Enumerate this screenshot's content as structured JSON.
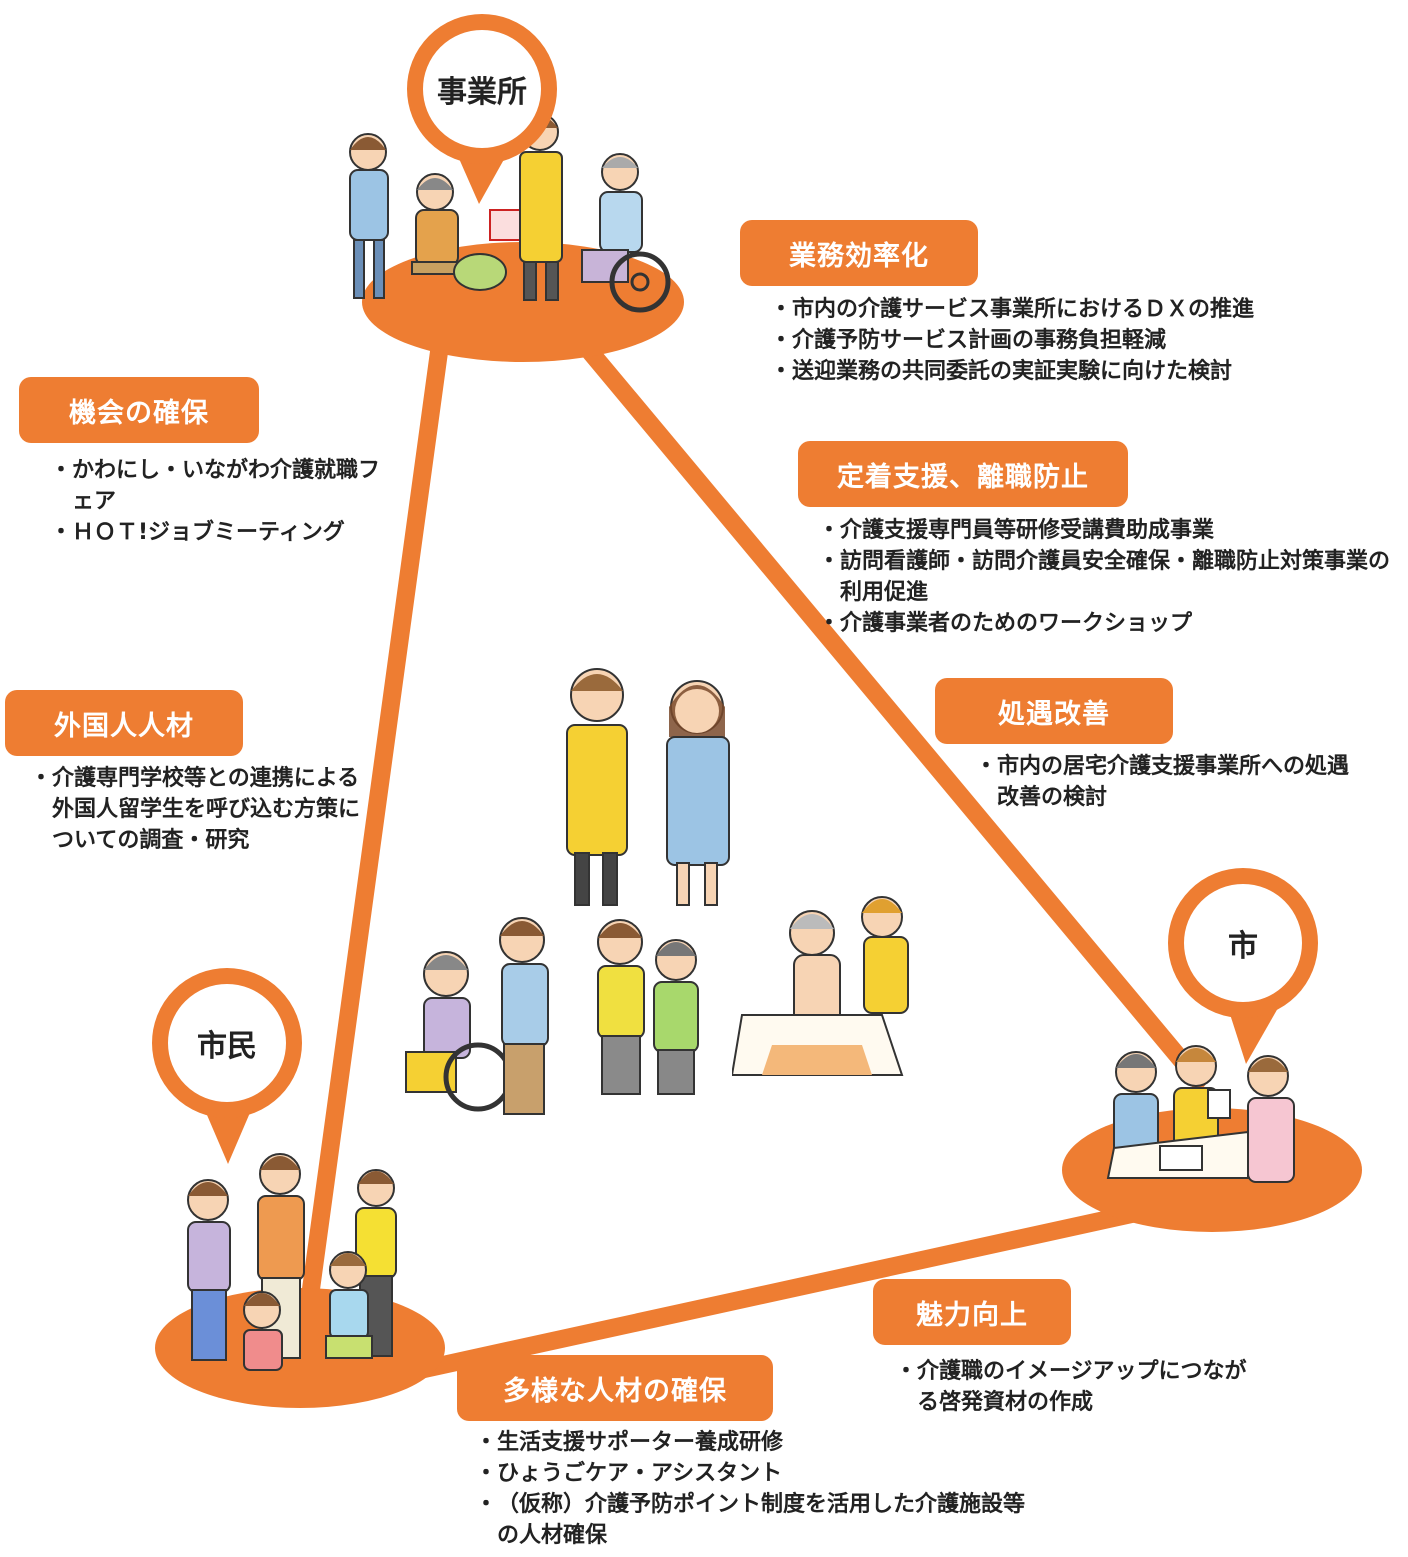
{
  "colors": {
    "accent": "#ee7d32",
    "text": "#222222",
    "tag_text": "#ffffff"
  },
  "nodes": {
    "office": "事業所",
    "city": "市",
    "citizens": "市民"
  },
  "categories": {
    "efficiency": {
      "title": "業務効率化",
      "items": [
        "市内の介護サービス事業所におけるＤＸの推進",
        "介護予防サービス計画の事務負担軽減",
        "送迎業務の共同委託の実証実験に向けた検討"
      ]
    },
    "retention": {
      "title": "定着支援、離職防止",
      "items": [
        "介護支援専門員等研修受講費助成事業",
        "訪問看護師・訪問介護員安全確保・離職防止対策事業の利用促進",
        "介護事業者のためのワークショップ"
      ]
    },
    "treatment": {
      "title": "処遇改善",
      "items": [
        "市内の居宅介護支援事業所への処遇改善の検討"
      ]
    },
    "opportunity": {
      "title": "機会の確保",
      "items": [
        "かわにし・いながわ介護就職フェア",
        "ＨＯＴ!ジョブミーティング"
      ]
    },
    "foreign": {
      "title": "外国人人材",
      "items": [
        "介護専門学校等との連携による外国人留学生を呼び込む方策についての調査・研究"
      ]
    },
    "appeal": {
      "title": "魅力向上",
      "items": [
        "介護職のイメージアップにつながる啓発資材の作成"
      ]
    },
    "diverse": {
      "title": "多様な人材の確保",
      "items": [
        "生活支援サポーター養成研修",
        "ひょうごケア・アシスタント",
        "（仮称）介護予防ポイント制度を活用した介護施設等の人材確保"
      ]
    }
  },
  "illustrations": [
    "care-workers-illustration",
    "wheelchair-care-illustration",
    "walking-assist-illustration",
    "bathing-assist-illustration",
    "office-scene-illustration",
    "consultation-scene-illustration",
    "family-illustration"
  ]
}
